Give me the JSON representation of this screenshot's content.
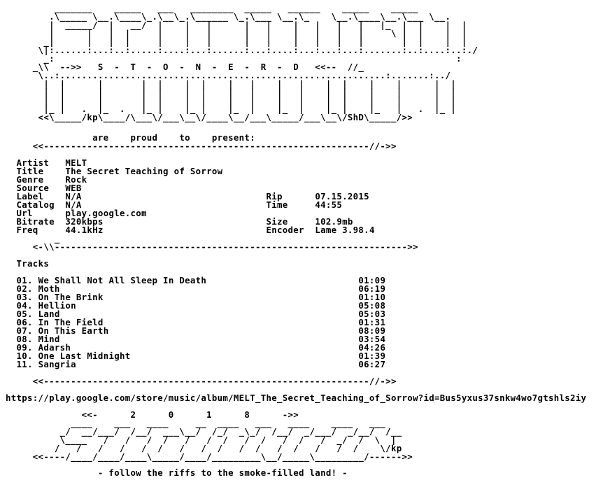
{
  "header_art": "         _______    _____   ___   ________  _____   ______    _____    _____\n        .\\_____ \\__.\\____\\_.\\__\\_.\\______ \\_.\\___ \\__.\\_    \\__.\\____\\__.\\___ \\__.\n        |  _____/  |   __/  |    |   |      |   |    |   |   |   |   |_  |  |    |  |\n        |      |   |  |     |    |   |      |   |    |   |   |   |     \\ |  |    |  |\n       _|      |   |  |     |    |   |      |   |    |   |   |   |       |  |    |  |\n      \\|:......:...:..:.....:....:...:......:...:....:...:...:...:.......:..:....:..:./\n       _:                                                                          :\n     _\\\\  -->>   S  -  T  -  O  -  N  -  E  -  R  -  D   <<--  //_\n      \\..:............................................................:.......:../\n       |  |      |       |  |    |  |    |   |    |   |    |  |    |    |      |  |\n       |  |      |       |  |    |  |    |   |    |   |    |  |    |    |      |  |\n       |  |      |       |  |    |  |    |   |    |   |    |  |    |    |      |  |\n       |_ |   .  |_  .   |_ |    |_ |    |_  |    |_  |    |_ |    |_   |   .  |_ |\n      <<\\_____/kp\\____/\\___\\/___\\__\\/____\\__/___\\_____/___\\__\\/ShD\\_____/>>",
  "proud_line": "                are    proud    to    present:",
  "separator_top": "     <<------------------------------------------------------------//->>",
  "info": [
    {
      "left_label": "Artist",
      "left_value": "MELT",
      "right_label": "",
      "right_value": ""
    },
    {
      "left_label": "Title",
      "left_value": "The Secret Teaching of Sorrow",
      "right_label": "",
      "right_value": ""
    },
    {
      "left_label": "Genre",
      "left_value": "Rock",
      "right_label": "",
      "right_value": ""
    },
    {
      "left_label": "Source",
      "left_value": "WEB",
      "right_label": "",
      "right_value": ""
    },
    {
      "left_label": "Label",
      "left_value": "N/A",
      "right_label": "Rip",
      "right_value": "07.15.2015"
    },
    {
      "left_label": "Catalog",
      "left_value": "N/A",
      "right_label": "Time",
      "right_value": "44:55"
    },
    {
      "left_label": "Url",
      "left_value": "play.google.com",
      "right_label": "",
      "right_value": ""
    },
    {
      "left_label": "Bitrate",
      "left_value": "320kbps",
      "right_label": "Size",
      "right_value": "102.9mb"
    },
    {
      "left_label": "Freq",
      "left_value": "44.1kHz",
      "right_label": "Encoder",
      "right_value": "Lame 3.98.4"
    }
  ],
  "separator_mid": "         _\n     <-\\\\----------------------------------------------------------------->>",
  "tracks_heading": "Tracks",
  "tracks": [
    {
      "num": "01.",
      "title": "We Shall Not All Sleep In Death",
      "time": "01:09"
    },
    {
      "num": "02.",
      "title": "Moth",
      "time": "06:19"
    },
    {
      "num": "03.",
      "title": "On The Brink",
      "time": "01:10"
    },
    {
      "num": "04.",
      "title": "Hellion",
      "time": "05:08"
    },
    {
      "num": "05.",
      "title": "Land",
      "time": "05:03"
    },
    {
      "num": "06.",
      "title": "In The Field",
      "time": "01:31"
    },
    {
      "num": "07.",
      "title": "On This Earth",
      "time": "08:09"
    },
    {
      "num": "08.",
      "title": "Mind",
      "time": "03:54"
    },
    {
      "num": "09.",
      "title": "Adarsh",
      "time": "04:26"
    },
    {
      "num": "10.",
      "title": "One Last Midnight",
      "time": "01:39"
    },
    {
      "num": "11.",
      "title": "Sangria",
      "time": "06:27"
    }
  ],
  "separator_bottom": "     <<------------------------------------------------------------//->>",
  "url": "https://play.google.com/store/music/album/MELT_The_Secret_Teaching_of_Sorrow?id=Bus5yxus37snkw4wo7gtshls2iy",
  "year_art": "              <<-      2      0      1      8      ->>\n            ____    ___   ____     __  ____   ___   ____    ____   ___\n          _/  __/___/  /__/  ___\\__/  /_/  _\\_/  /__/  _/___/  _/__/  /__\n          \\____   /   /   /  /   /   /  /   /  /   /  /   /  _/  /  \\  |\n         /   /   /   /   /  /   /   /  /   /  /   /  /   /   /  /    \\/kp\n     <<----/____/____/____\\_____/____/_________\\__/_____\\_________/------>>",
  "footer": "                 - follow the riffs to the smoke-filled land! -"
}
